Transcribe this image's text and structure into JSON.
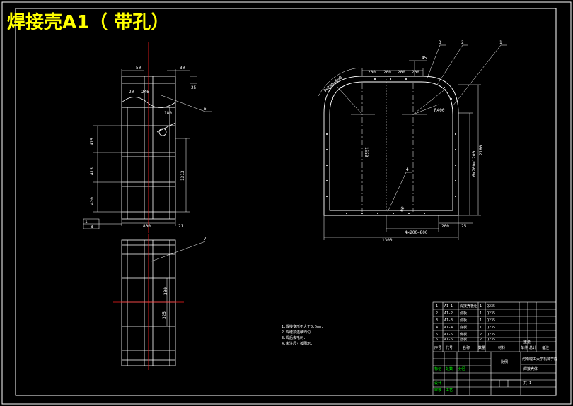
{
  "title": "焊接壳A1（  带孔）",
  "left_view": {
    "dims_top": [
      "50",
      "30",
      "20",
      "246",
      "25"
    ],
    "dims_side": [
      "415",
      "415",
      "420"
    ],
    "dim_overall_height": "1313",
    "dim_width": "800",
    "dim_hole": "180",
    "balloon": "6",
    "label_box": [
      "1",
      "8"
    ],
    "label_right": "21"
  },
  "bottom_view": {
    "dims": [
      "300",
      "325"
    ],
    "balloon": "7"
  },
  "right_view": {
    "dims_top": [
      "45",
      "200",
      "200",
      "200",
      "200"
    ],
    "dim_arc": "3×200=600",
    "dim_height": "1650",
    "dim_right_vert": "6×200=1200",
    "dim_right_total": "2180",
    "dim_bottom": "4×200=800",
    "dim_bottom_right": "200",
    "dim_bottom_small": "25",
    "dim_total_width": "1300",
    "dim_radius": "R400",
    "balloons": [
      "3",
      "2",
      "1",
      "4"
    ],
    "dim_left_small": "60"
  },
  "notes": [
    "1.焊接变形不大于0.5mm.",
    "2.焊缝须连续均匀.",
    "3.焊后去毛刺.",
    "4.未注尺寸按图示."
  ],
  "title_block": {
    "parts": [
      [
        "1",
        "A1-1",
        "焊接壳板组",
        "1",
        "Q235"
      ],
      [
        "2",
        "A1-2",
        "弧板",
        "1",
        "Q235"
      ],
      [
        "3",
        "A1-3",
        "弧板",
        "1",
        "Q235"
      ],
      [
        "4",
        "A1-4",
        "底板",
        "1",
        "Q235"
      ],
      [
        "5",
        "A1-5",
        "侧板",
        "2",
        "Q235"
      ],
      [
        "6",
        "A1-6",
        "筋板",
        "2",
        "Q235"
      ]
    ],
    "header": [
      "序号",
      "代号",
      "名称",
      "数量",
      "材料",
      "单件",
      "总计",
      "备注"
    ],
    "weight_label": "重量",
    "company": "河南理工大学机械学院",
    "drawing_name": "焊接壳体",
    "sheet_label": "共 1",
    "left_labels": [
      "标记",
      "处数",
      "分区",
      "设计",
      "审核",
      "工艺"
    ],
    "scale_label": "比例"
  }
}
